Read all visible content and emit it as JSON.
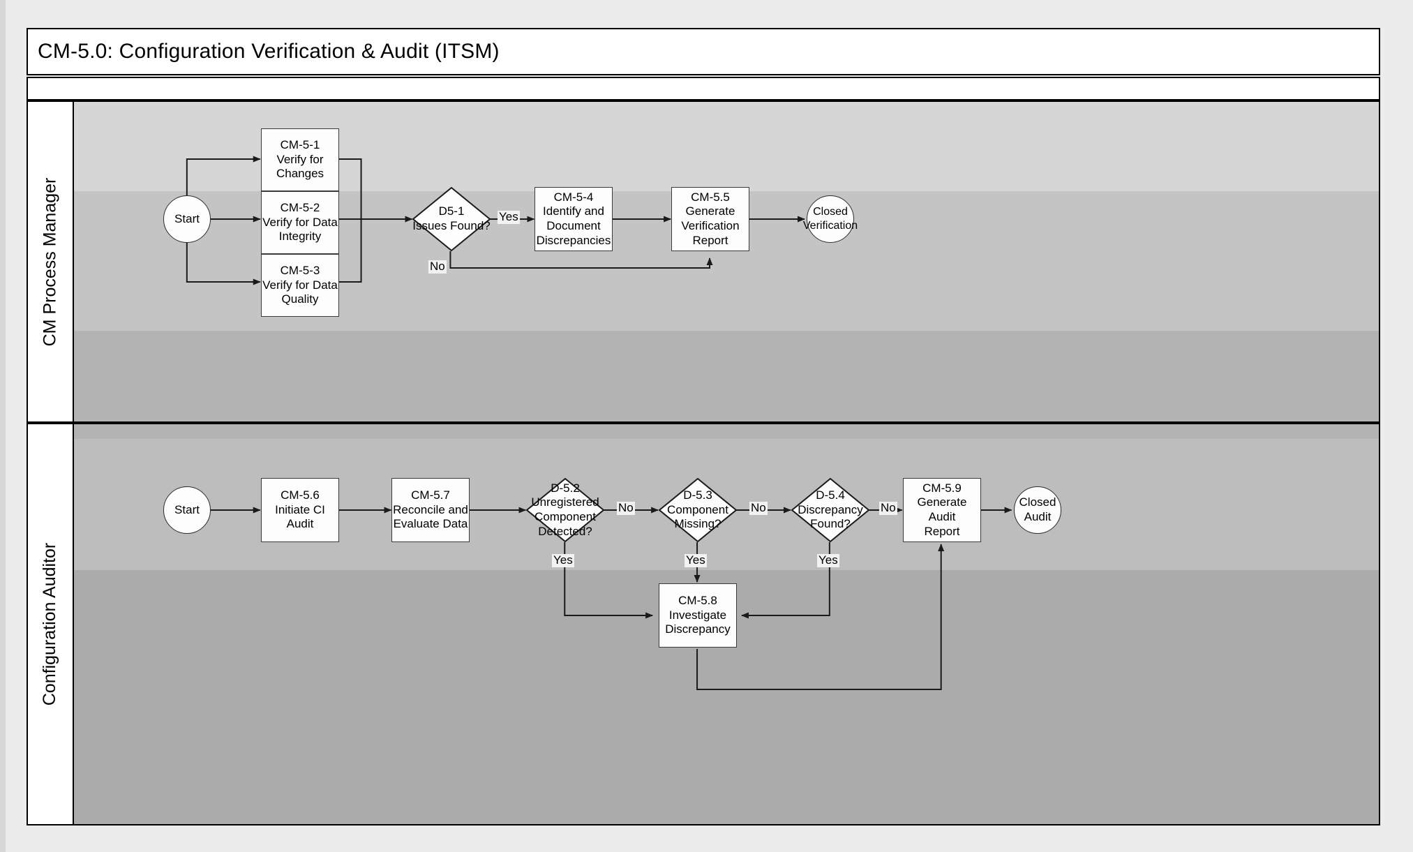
{
  "diagram": {
    "title": "CM-5.0:  Configuration Verification & Audit (ITSM)",
    "subtitle": "",
    "type": "swimlane-flowchart",
    "colors": {
      "page_background": "#ececec",
      "lane_band_light": "#d6d6d6",
      "lane_band_mid": "#c4c4c4",
      "lane_band_dark": "#b3b3b3",
      "node_fill": "#fdfdfd",
      "border": "#000000",
      "edge_label_fill": "#f2f2f2"
    }
  },
  "lanes": [
    {
      "id": "cm-process-manager",
      "label": "CM Process Manager",
      "nodes": [
        {
          "id": "start1",
          "shape": "terminator",
          "lines": [
            "Start"
          ]
        },
        {
          "id": "cm-5-1",
          "shape": "process",
          "lines": [
            "CM-5-1",
            "Verify for Changes"
          ]
        },
        {
          "id": "cm-5-2",
          "shape": "process",
          "lines": [
            "CM-5-2",
            "Verify for Data",
            "Integrity"
          ]
        },
        {
          "id": "cm-5-3",
          "shape": "process",
          "lines": [
            "CM-5-3",
            "Verify for Data",
            "Quality"
          ]
        },
        {
          "id": "d5-1",
          "shape": "decision",
          "lines": [
            "D5-1",
            "Issues Found?"
          ]
        },
        {
          "id": "cm-5-4",
          "shape": "process",
          "lines": [
            "CM-5-4",
            "Identify and",
            "Document",
            "Discrepancies"
          ]
        },
        {
          "id": "cm-5-5",
          "shape": "process",
          "lines": [
            "CM-5.5",
            "Generate",
            "Verification Report"
          ]
        },
        {
          "id": "end1",
          "shape": "terminator",
          "lines": [
            "Closed",
            "Verification"
          ]
        }
      ],
      "edge_labels": [
        {
          "id": "d5-1-yes",
          "text": "Yes"
        },
        {
          "id": "d5-1-no",
          "text": "No"
        }
      ]
    },
    {
      "id": "configuration-auditor",
      "label": "Configuration Auditor",
      "nodes": [
        {
          "id": "start2",
          "shape": "terminator",
          "lines": [
            "Start"
          ]
        },
        {
          "id": "cm-5-6",
          "shape": "process",
          "lines": [
            "CM-5.6",
            "Initiate CI Audit"
          ]
        },
        {
          "id": "cm-5-7",
          "shape": "process",
          "lines": [
            "CM-5.7",
            "Reconcile and",
            "Evaluate Data"
          ]
        },
        {
          "id": "d-5-2",
          "shape": "decision",
          "lines": [
            "D-5.2",
            "Unregistered",
            "Component",
            "Detected?"
          ]
        },
        {
          "id": "d-5-3",
          "shape": "decision",
          "lines": [
            "D-5.3",
            "Component",
            "Missing?"
          ]
        },
        {
          "id": "d-5-4",
          "shape": "decision",
          "lines": [
            "D-5.4",
            "Discrepancy",
            "Found?"
          ]
        },
        {
          "id": "cm-5-9",
          "shape": "process",
          "lines": [
            "CM-5.9",
            "Generate Audit",
            "Report"
          ]
        },
        {
          "id": "cm-5-8",
          "shape": "process",
          "lines": [
            "CM-5.8",
            "Investigate",
            "Discrepancy"
          ]
        },
        {
          "id": "end2",
          "shape": "terminator",
          "lines": [
            "Closed",
            "Audit"
          ]
        }
      ],
      "edge_labels": [
        {
          "id": "d-5-2-no",
          "text": "No"
        },
        {
          "id": "d-5-2-yes",
          "text": "Yes"
        },
        {
          "id": "d-5-3-no",
          "text": "No"
        },
        {
          "id": "d-5-3-yes",
          "text": "Yes"
        },
        {
          "id": "d-5-4-no",
          "text": "No"
        },
        {
          "id": "d-5-4-yes",
          "text": "Yes"
        }
      ]
    }
  ],
  "text": {
    "lane1_label": "CM Process Manager",
    "lane2_label": "Configuration Auditor",
    "start1": "Start",
    "cm51_l1": "CM-5-1",
    "cm51_l2": "Verify for Changes",
    "cm52_l1": "CM-5-2",
    "cm52_l2": "Verify for Data",
    "cm52_l3": "Integrity",
    "cm53_l1": "CM-5-3",
    "cm53_l2": "Verify for Data",
    "cm53_l3": "Quality",
    "d51_l1": "D5-1",
    "d51_l2": "Issues Found?",
    "cm54_l1": "CM-5-4",
    "cm54_l2": "Identify and",
    "cm54_l3": "Document",
    "cm54_l4": "Discrepancies",
    "cm55_l1": "CM-5.5",
    "cm55_l2": "Generate",
    "cm55_l3": "Verification Report",
    "end1_l1": "Closed",
    "end1_l2": "Verification",
    "yes1": "Yes",
    "no1": "No",
    "start2": "Start",
    "cm56_l1": "CM-5.6",
    "cm56_l2": "Initiate CI Audit",
    "cm57_l1": "CM-5.7",
    "cm57_l2": "Reconcile and",
    "cm57_l3": "Evaluate Data",
    "d52_l1": "D-5.2",
    "d52_l2": "Unregistered",
    "d52_l3": "Component",
    "d52_l4": "Detected?",
    "d53_l1": "D-5.3",
    "d53_l2": "Component",
    "d53_l3": "Missing?",
    "d54_l1": "D-5.4",
    "d54_l2": "Discrepancy",
    "d54_l3": "Found?",
    "cm59_l1": "CM-5.9",
    "cm59_l2": "Generate Audit",
    "cm59_l3": "Report",
    "cm58_l1": "CM-5.8",
    "cm58_l2": "Investigate",
    "cm58_l3": "Discrepancy",
    "end2_l1": "Closed",
    "end2_l2": "Audit",
    "no2": "No",
    "yes2": "Yes",
    "no3": "No",
    "yes3": "Yes",
    "no4": "No",
    "yes4": "Yes"
  }
}
